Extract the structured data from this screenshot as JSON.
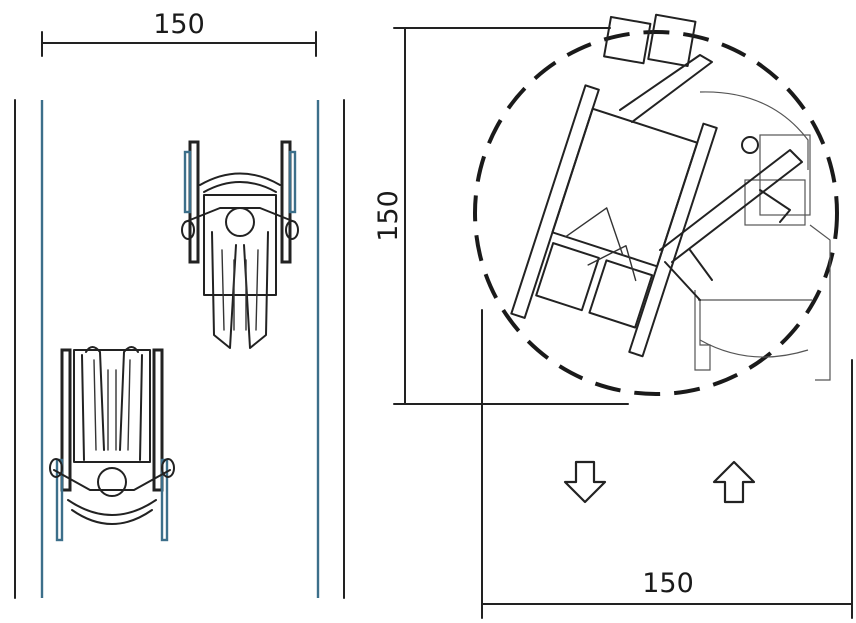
{
  "dimensions": {
    "corridor_width_label": "150",
    "turning_height_label": "150",
    "turning_width_label": "150"
  },
  "icons": {
    "down_arrow": "arrow-down-icon",
    "up_arrow": "arrow-up-icon",
    "wheelchair": "wheelchair-user-icon"
  }
}
